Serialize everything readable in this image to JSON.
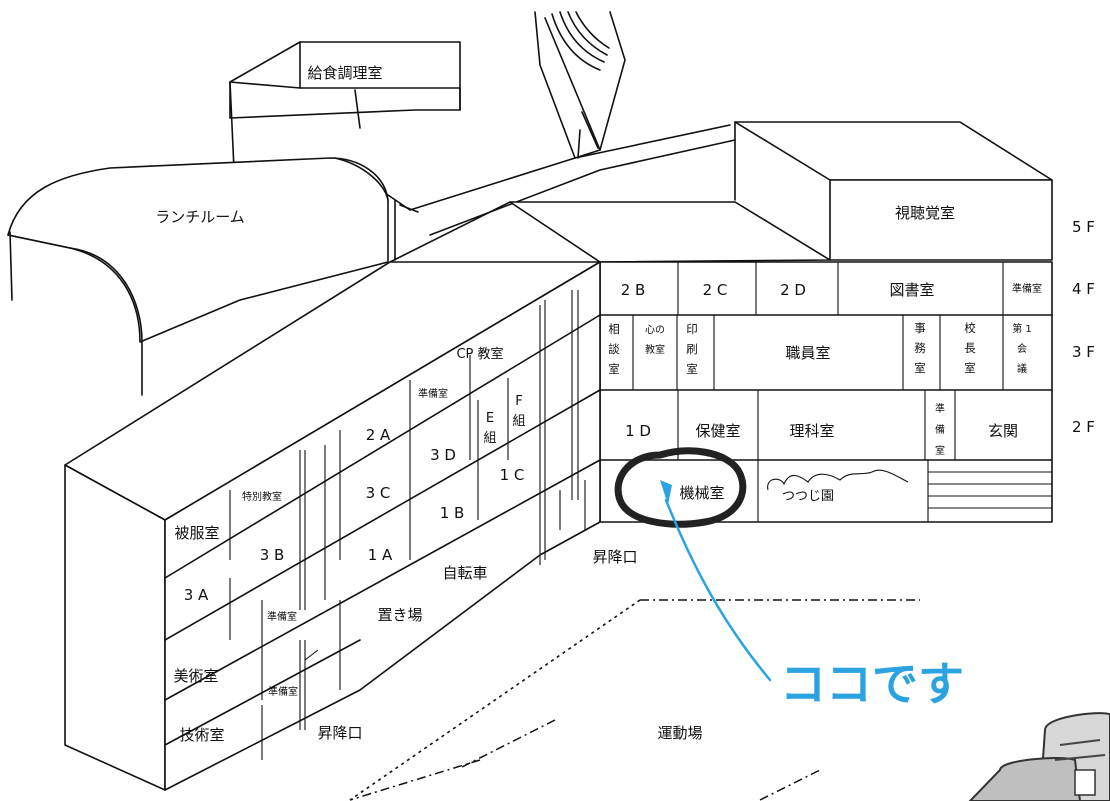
{
  "buildings": {
    "kyushoku": "給食調理室",
    "lunch_room": "ランチルーム",
    "shichokaku": "視聴覚室"
  },
  "floors": {
    "f5": "5 F",
    "f4": "4 F",
    "f3": "3 F",
    "f2": "2 F"
  },
  "floor4": {
    "r2b": "2 B",
    "r2c": "2 C",
    "r2d": "2 D",
    "library": "図書室",
    "prep": "準備室"
  },
  "floor3": {
    "consult": [
      "相",
      "談",
      "室"
    ],
    "kokoro": [
      "心の",
      "教室"
    ],
    "print": [
      "印",
      "刷",
      "室"
    ],
    "staff": "職員室",
    "office": [
      "事",
      "務",
      "室"
    ],
    "principal": [
      "校",
      "長",
      "室"
    ],
    "meeting": [
      "第 1",
      "会",
      "議"
    ]
  },
  "floor2": {
    "r1d": "1 D",
    "health": "保健室",
    "science": "理科室",
    "prep": [
      "準",
      "備",
      "室"
    ],
    "entrance": "玄関"
  },
  "floor1": {
    "machine": "機械室",
    "garden": "つつじ園",
    "lift": "昇降口"
  },
  "wing": {
    "cp": "CP 教室",
    "prep_top": "準備室",
    "e_class": [
      "E",
      "組"
    ],
    "f_class": [
      "F",
      "組"
    ],
    "r2a": "2 A",
    "r3d": "3 D",
    "r1c": "1 C",
    "special": "特別教室",
    "r3c": "3 C",
    "r1b": "1 B",
    "hifuku": "被服室",
    "r3b": "3 B",
    "r1a": "1 A",
    "bicycle": "自転車",
    "r3a": "3 A",
    "prep_mid": "準備室",
    "parking": "置き場",
    "art": "美術室",
    "prep_low": "準備室",
    "tech": "技術室",
    "lift": "昇降口"
  },
  "ground": {
    "field": "運動場"
  },
  "annotation": {
    "text": "ココです",
    "color": "#2aa3e0"
  },
  "colors": {
    "ink": "#111111",
    "marker": "#2aa3e0"
  }
}
